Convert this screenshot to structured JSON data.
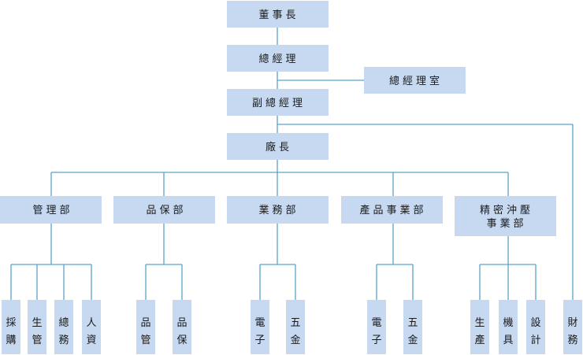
{
  "nodes": {
    "chairman": "董事長",
    "general_manager": "總經理",
    "gm_office": "總經理室",
    "deputy_gm": "副總經理",
    "plant_manager": "廠長",
    "dept_management": "管理部",
    "dept_quality": "品保部",
    "dept_business": "業務部",
    "dept_product": "產品事業部",
    "dept_precision_line1": "精密沖壓",
    "dept_precision_line2": "事業部",
    "finance": "財務"
  },
  "subunits": {
    "management": [
      "採購",
      "生管",
      "總務",
      "人資"
    ],
    "quality": [
      "品管",
      "品保"
    ],
    "business": [
      "電子",
      "五金"
    ],
    "product": [
      "電子",
      "五金"
    ],
    "precision": [
      "生產",
      "機具",
      "設計"
    ]
  }
}
